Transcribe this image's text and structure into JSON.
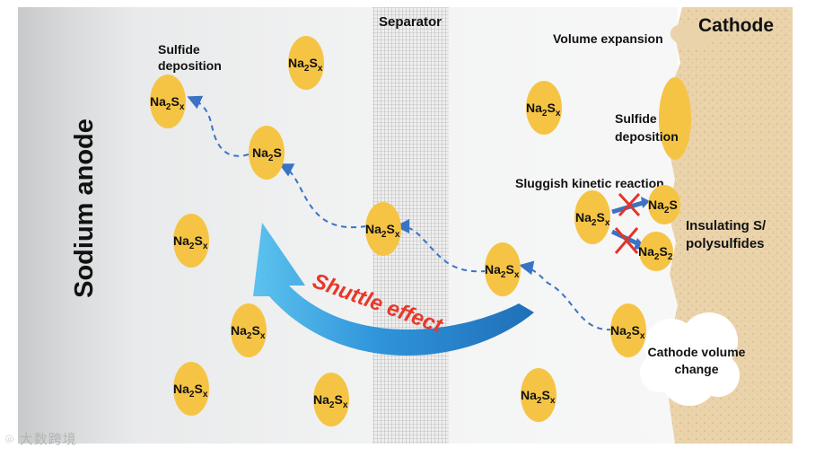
{
  "labels": {
    "anode": "Sodium anode",
    "separator": "Separator",
    "cathode": "Cathode",
    "sulfide_deposition_left": [
      "Sulfide",
      "deposition"
    ],
    "sulfide_deposition_right": [
      "Sulfide",
      "deposition"
    ],
    "volume_expansion": "Volume expansion",
    "sluggish_kinetic": "Sluggish kinetic reaction",
    "insulating": [
      "Insulating S/",
      "polysulfides"
    ],
    "cathode_volume_change": [
      "Cathode volume",
      "change"
    ],
    "shuttle_effect": "Shuttle effect"
  },
  "species": {
    "na2sx": {
      "base": "Na",
      "sub1": "2",
      "mid": "S",
      "sub2": "x"
    },
    "na2s": {
      "base": "Na",
      "sub1": "2",
      "mid": "S",
      "sub2": ""
    },
    "na2s2": {
      "base": "Na",
      "sub1": "2",
      "mid": "S",
      "sub2": "2"
    }
  },
  "watermark": "大数跨境",
  "colors": {
    "particle": "#f6c445",
    "shuttle": "#e8382a",
    "arrow_blue": "#2f8fd6",
    "dash": "#3a73c4",
    "cross": "#e2342a"
  }
}
